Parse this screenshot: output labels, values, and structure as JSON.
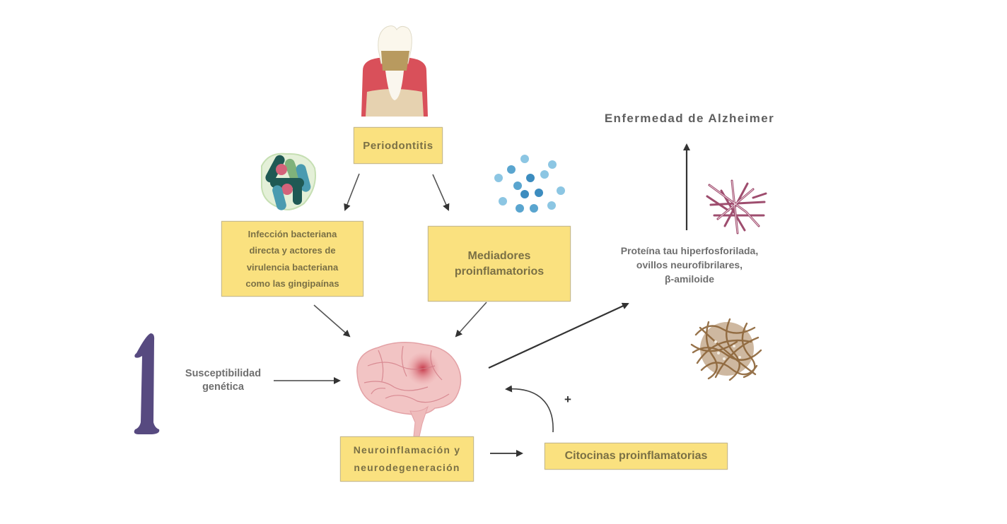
{
  "diagram": {
    "title": "Enfermedad de Alzheimer",
    "step_number": "1",
    "nodes": {
      "periodontitis": "Periodontitis",
      "infection": [
        "Infección bacteriana",
        "directa y actores de",
        "virulencia bacteriana",
        "como las gingipaínas"
      ],
      "mediators": [
        "Mediadores",
        "proinflamatorios"
      ],
      "genetic": [
        "Susceptibilidad",
        "genética"
      ],
      "neuro": [
        "Neuroinflamación y",
        "neurodegeneración"
      ],
      "cytokines": "Citocinas proinflamatorias",
      "pathology": [
        "Proteína tau hiperfosforilada,",
        "ovillos neurofibrilares,",
        "β-amiloide"
      ],
      "feedback_sign": "+"
    },
    "colors": {
      "box_fill": "#fae17f",
      "box_text": "#7a7045",
      "label_text": "#6f6f6f",
      "numeral": "#574a80",
      "arrow": "#333333"
    },
    "icons": {
      "tooth": "periodontitis-tooth-illustration",
      "bacteria": "bacteria-cluster-illustration",
      "molecules": "inflammatory-molecules-illustration",
      "brain": "brain-inflammation-illustration",
      "tau": "tau-tangle-illustration",
      "amyloid": "amyloid-plaque-illustration"
    }
  }
}
